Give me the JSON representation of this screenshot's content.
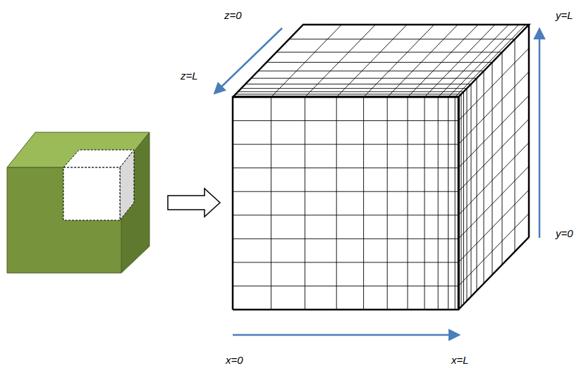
{
  "diagram": {
    "labels": [
      "z=0",
      "z=L",
      "y=L",
      "y=0",
      "x=0",
      "x=L"
    ]
  }
}
